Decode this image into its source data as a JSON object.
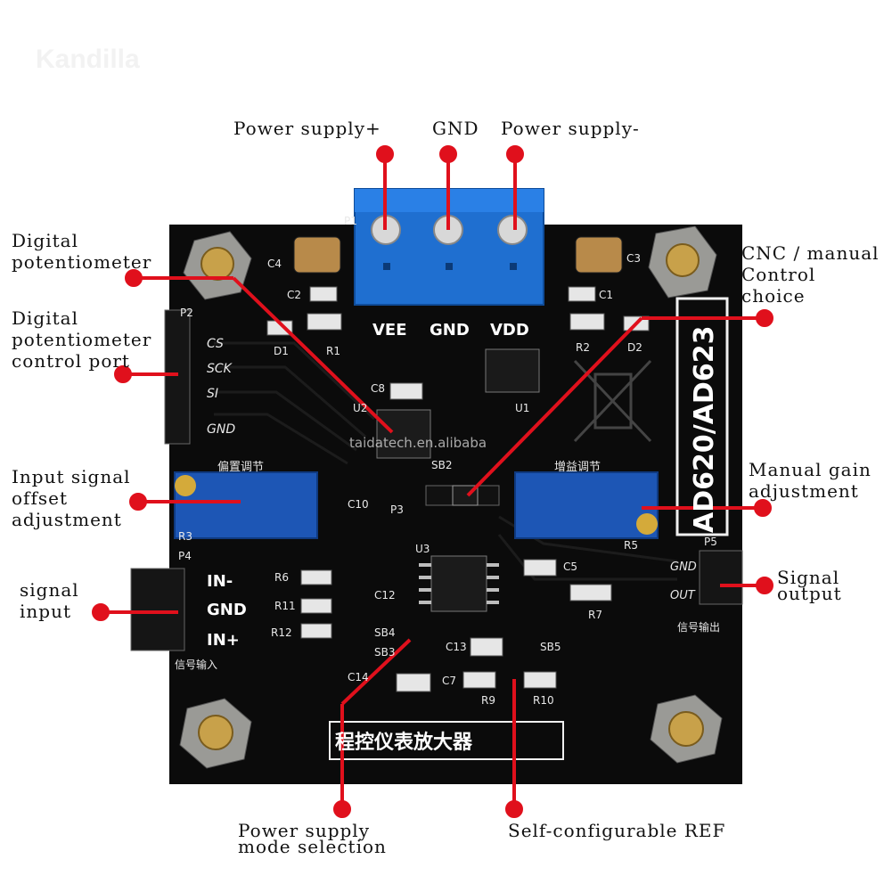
{
  "watermark": {
    "brand": "Kandilla"
  },
  "labels": {
    "power_plus": "Power supply+",
    "gnd": "GND",
    "power_minus": "Power supply-",
    "digital_pot": [
      "Digital",
      "potentiometer"
    ],
    "digital_pot_port": [
      "Digital",
      "potentiometer",
      "control port"
    ],
    "input_offset": [
      "Input signal",
      "offset",
      "adjustment"
    ],
    "signal_input": [
      "signal",
      "input"
    ],
    "cnc_manual": [
      "CNC / manual",
      "Control",
      "choice"
    ],
    "manual_gain": [
      "Manual gain",
      "adjustment"
    ],
    "signal_output": [
      "Signal",
      "output"
    ],
    "power_mode": [
      "Power supply",
      "mode selection"
    ],
    "self_ref": "Self-configurable REF"
  },
  "board": {
    "model": "AD620/AD623",
    "title_cn": "程控仪表放大器",
    "website": "taidatech.en.alibaba",
    "terminal_labels": [
      "VEE",
      "GND",
      "VDD"
    ],
    "input_header": [
      "IN-",
      "GND",
      "IN+"
    ],
    "output_header": [
      "GND",
      "OUT"
    ],
    "control_header": [
      "CS",
      "SCK",
      "SI",
      "GND"
    ],
    "refs": [
      "P1",
      "C4",
      "C3",
      "C2",
      "C1",
      "D1",
      "R1",
      "R2",
      "D2",
      "U1",
      "C8",
      "U2",
      "SB2",
      "P2",
      "P3",
      "R3",
      "R5",
      "C10",
      "U3",
      "C5",
      "R6",
      "R11",
      "R12",
      "C12",
      "SB4",
      "SB3",
      "C14",
      "C13",
      "SB5",
      "C7",
      "R9",
      "R10",
      "R7",
      "P4",
      "P5"
    ],
    "offset_cn": "偏置调节",
    "gain_cn": "增益调节",
    "in_cn": "信号输入",
    "out_cn": "信号输出"
  },
  "colors": {
    "pcb": "#0a0a0a",
    "terminal": "#1f6fd0",
    "pot": "#1d56b5",
    "marker": "#e0101c"
  }
}
